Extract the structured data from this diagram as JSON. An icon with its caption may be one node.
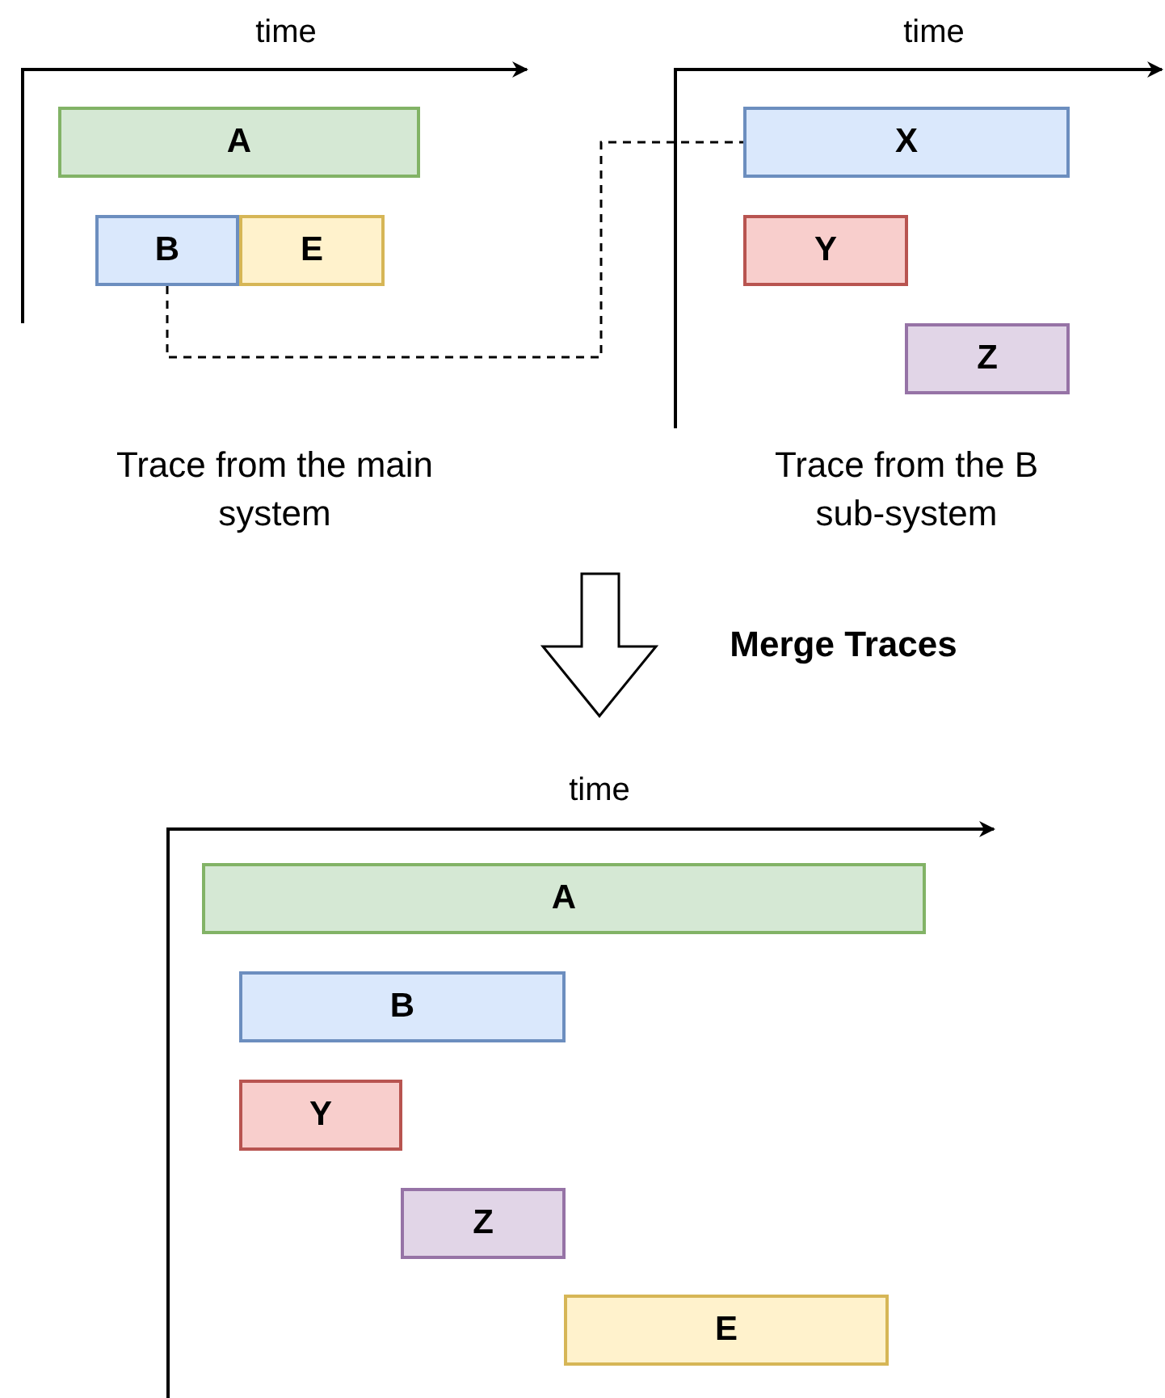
{
  "diagram": {
    "nodes": [
      {
        "text": [
          "A"
        ]
      },
      {
        "text": [
          "B"
        ]
      },
      {
        "text": [
          "E"
        ]
      },
      {
        "text": [
          "X"
        ]
      },
      {
        "text": [
          "Y"
        ]
      },
      {
        "text": [
          "Z"
        ]
      },
      {
        "text": [
          "A"
        ]
      },
      {
        "text": [
          "B"
        ]
      },
      {
        "text": [
          "Y"
        ]
      },
      {
        "text": [
          "Z"
        ]
      },
      {
        "text": [
          "E"
        ]
      }
    ],
    "edges": [
      {
        "from": 1,
        "to": 3,
        "arrow": "none",
        "style": "dashed"
      }
    ],
    "labels": [
      "time",
      "time",
      "Trace from the main system",
      "Trace from the B sub-system",
      "Merge Traces",
      "time"
    ]
  }
}
